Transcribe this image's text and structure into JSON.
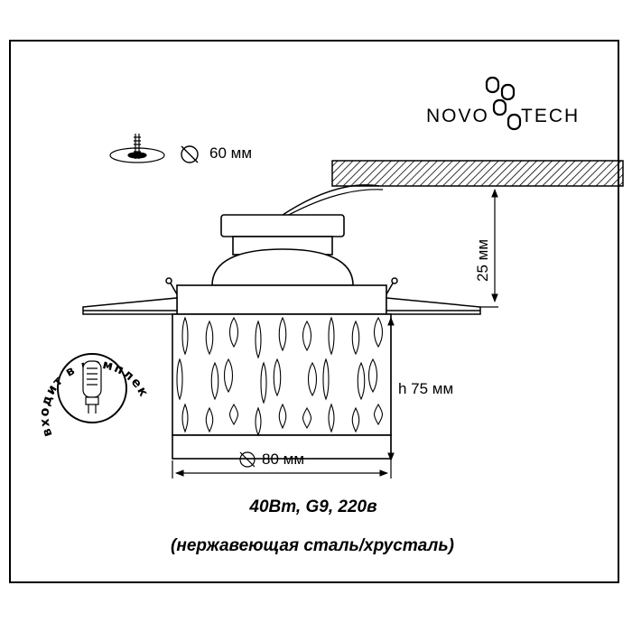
{
  "brand": {
    "name": "NOVOTECH"
  },
  "labels": {
    "cutout_symbol": "⌀",
    "cutout": "60 мм",
    "recess_depth": "25 мм",
    "height": "h 75 мм",
    "diameter_symbol": "⌀",
    "diameter": "80 мм",
    "bulb_badge": "входит в комплект не"
  },
  "caption": {
    "spec": "40Вт, G9, 220в",
    "material": "(нержавеющая сталь/хрусталь)"
  },
  "icons": [
    "ceiling-cutout-icon",
    "g9-bulb-icon",
    "novotech-logo",
    "diameter-symbol-icon"
  ],
  "colors": {
    "line": "#000000",
    "ceiling_fill": "#ffffff",
    "background": "#ffffff"
  }
}
